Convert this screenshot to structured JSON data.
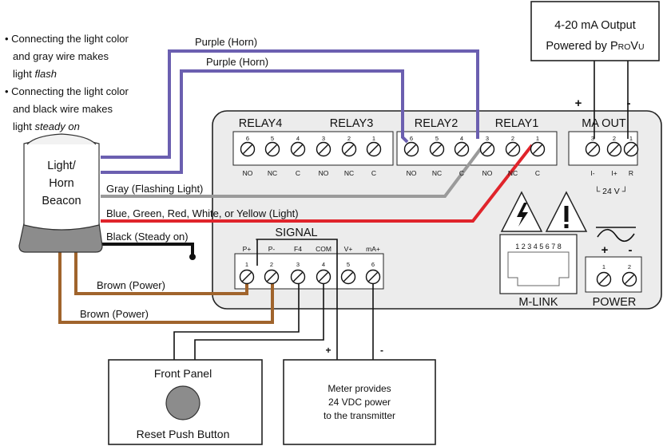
{
  "notes": {
    "bullet1_line1": "• Connecting the light color",
    "bullet1_line2": "and gray wire makes",
    "bullet1_line3_a": "light ",
    "bullet1_line3_b": "flash",
    "bullet2_line1": "• Connecting the light color",
    "bullet2_line2": "and black wire makes",
    "bullet2_line3_a": "light ",
    "bullet2_line3_b": "steady on"
  },
  "output_box": {
    "line1": "4-20 mA Output",
    "line2_a": "Powered by P",
    "line2_b": "RO",
    "line2_c": "V",
    "line2_d": "U"
  },
  "beacon": {
    "line1": "Light/",
    "line2": "Horn",
    "line3": "Beacon"
  },
  "wires": {
    "purple1": "Purple (Horn)",
    "purple2": "Purple (Horn)",
    "gray": "Gray (Flashing Light)",
    "color": "Blue, Green, Red, White, or Yellow (Light)",
    "black": "Black (Steady on)",
    "brown1": "Brown (Power)",
    "brown2": "Brown (Power)"
  },
  "meter": {
    "relay4": "RELAY4",
    "relay3": "RELAY3",
    "relay2": "RELAY2",
    "relay1": "RELAY1",
    "ma_out": "MA OUT",
    "signal": "SIGNAL",
    "mlink": "M-LINK",
    "power": "POWER",
    "plus": "+",
    "minus": "-",
    "ma_plus": "+",
    "ma_minus": "-",
    "v24": "└ 24 V ┘",
    "mlink_pins": "1 2 3 4 5 6 7 8",
    "relay_nums": [
      "6",
      "5",
      "4",
      "3",
      "2",
      "1",
      "6",
      "5",
      "4",
      "3",
      "2",
      "1"
    ],
    "relay_labels": [
      "NO",
      "NC",
      "C",
      "NO",
      "NC",
      "C",
      "NO",
      "NC",
      "C",
      "NO",
      "NC",
      "C"
    ],
    "ma_nums": [
      "3",
      "2",
      "1"
    ],
    "ma_labels": [
      "I-",
      "I+",
      "R"
    ],
    "signal_top": [
      "P+",
      "P-",
      "F4",
      "COM",
      "V+",
      "mA+"
    ],
    "signal_nums": [
      "1",
      "2",
      "3",
      "4",
      "5",
      "6"
    ],
    "power_nums": [
      "1",
      "2"
    ]
  },
  "front_panel": {
    "line1": "Front Panel",
    "line2": "Reset Push Button"
  },
  "transmitter": {
    "line1": "Meter provides",
    "line2": "24 VDC power",
    "line3": "to the transmitter",
    "plus": "+",
    "minus": "-"
  },
  "colors": {
    "purple": "#6b5fb0",
    "gray": "#9a9a9a",
    "red": "#e0242b",
    "black": "#111111",
    "brown": "#a0642c",
    "panel": "#ececec"
  }
}
